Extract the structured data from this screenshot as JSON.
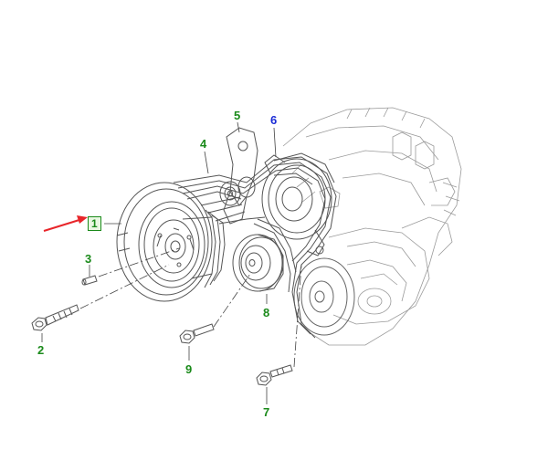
{
  "callouts": {
    "c1": "1",
    "c2": "2",
    "c3": "3",
    "c4": "4",
    "c5": "5",
    "c6": "6",
    "c7": "7",
    "c8": "8",
    "c9": "9"
  },
  "colors": {
    "callout_green": "#1a8a1a",
    "callout_blue": "#1a2bd6",
    "pointer_arrow": "#e8252a",
    "line_art": "#555555"
  }
}
